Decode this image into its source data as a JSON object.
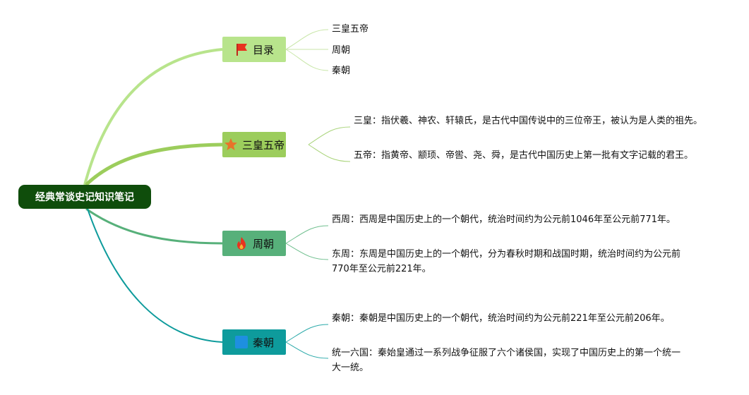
{
  "root": {
    "label": "经典常谈史记知识笔记"
  },
  "branches": [
    {
      "label": "目录",
      "icon": "red-flag-icon",
      "color": "#b8e48c",
      "children": [
        "三皇五帝",
        "周朝",
        "秦朝"
      ]
    },
    {
      "label": "三皇五帝",
      "icon": "star-icon",
      "color": "#9ccd5c",
      "children": [
        "三皇：指伏羲、神农、轩辕氏，是古代中国传说中的三位帝王，被认为是人类的祖先。",
        "五帝：指黄帝、颛顼、帝喾、尧、舜，是古代中国历史上第一批有文字记载的君王。"
      ]
    },
    {
      "label": "周朝",
      "icon": "fire-icon",
      "color": "#57b07a",
      "children": [
        "西周：西周是中国历史上的一个朝代，统治时间约为公元前1046年至公元前771年。",
        "东周：东周是中国历史上的一个朝代，分为春秋时期和战国时期，统治时间约为公元前770年至公元前221年。"
      ]
    },
    {
      "label": "秦朝",
      "icon": "blue-square-icon",
      "color": "#0e9b9c",
      "children": [
        "秦朝：秦朝是中国历史上的一个朝代，统治时间约为公元前221年至公元前206年。",
        "统一六国：秦始皇通过一系列战争征服了六个诸侯国，实现了中国历史上的第一个统一大一统。"
      ]
    }
  ]
}
